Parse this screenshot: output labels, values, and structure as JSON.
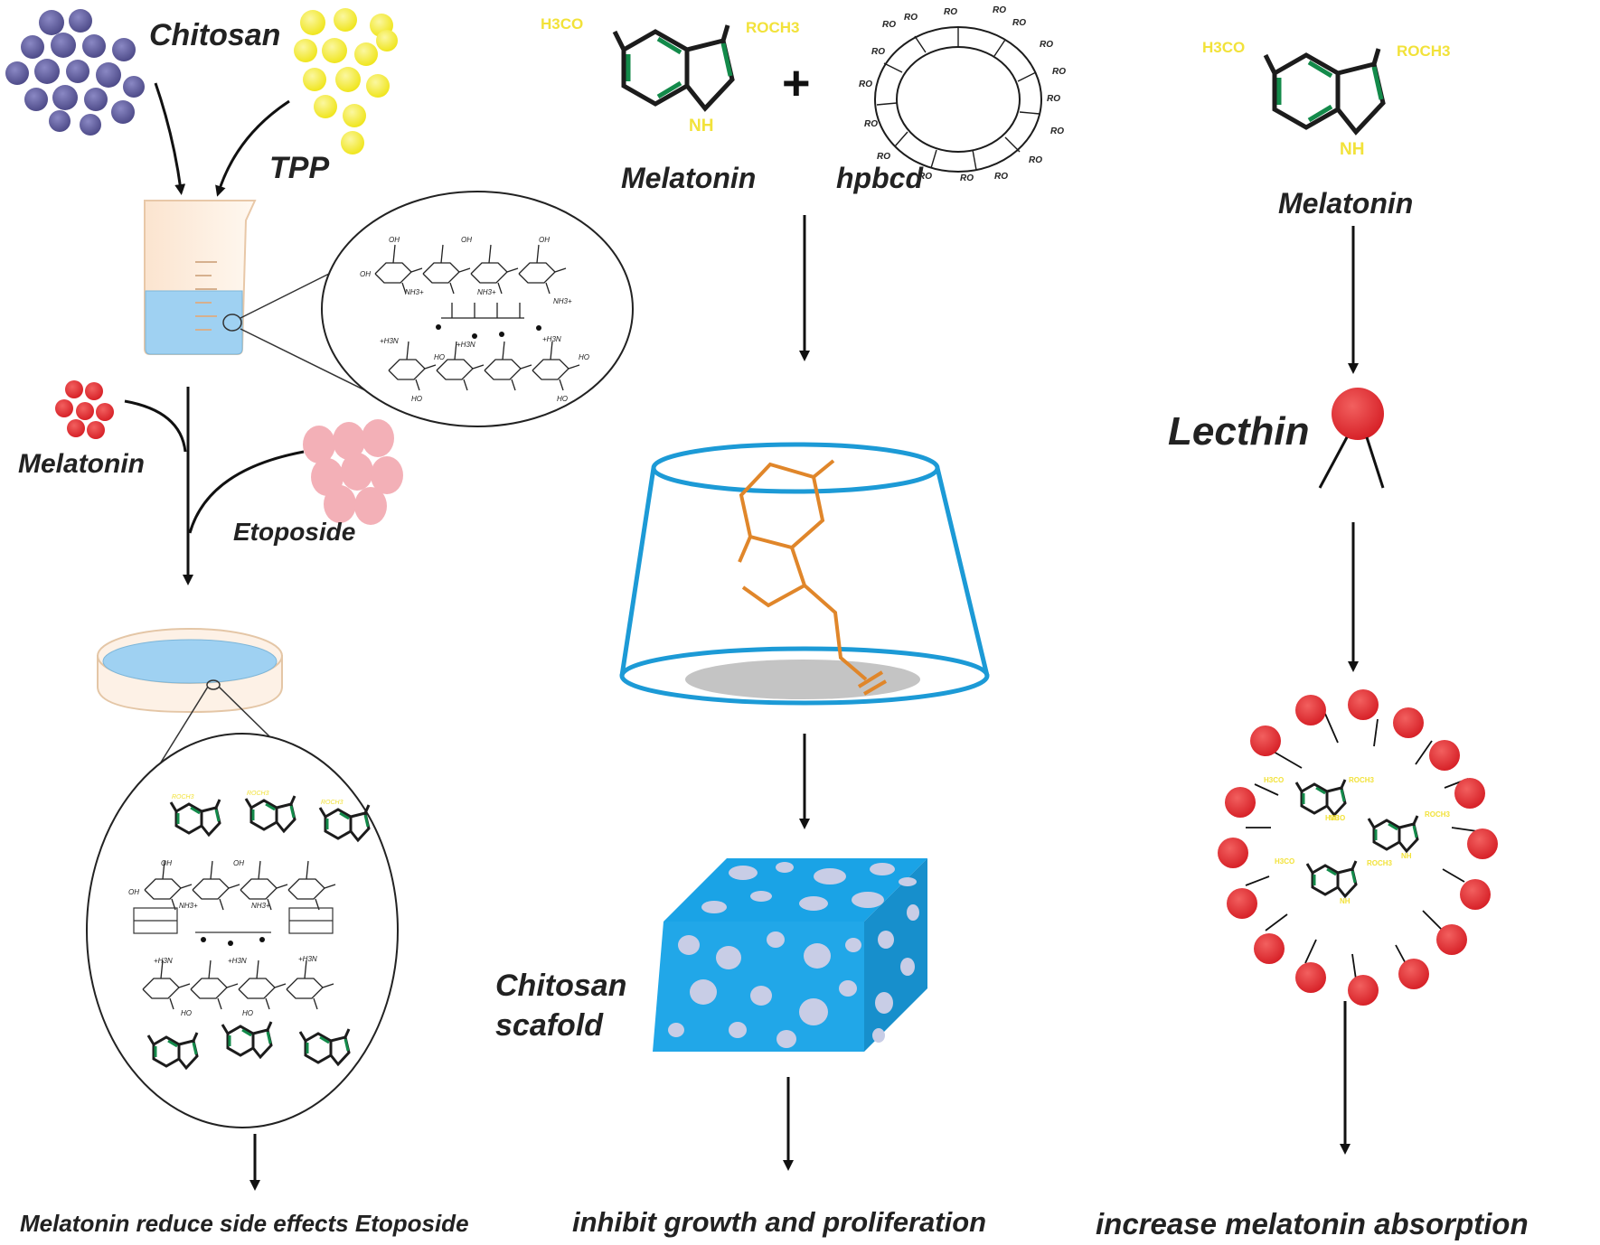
{
  "colors": {
    "chitosan": "#5f5c9c",
    "tpp": "#f5ed2a",
    "melatonin_particle": "#e3272c",
    "etoposide": "#f3b0b7",
    "liquid": "#9fd1f2",
    "cyclodextrin": "#1c9ad6",
    "guest_molecule": "#e0862a",
    "scaffold": "#21a7e8",
    "scaffold_pore": "#c8cde6",
    "lecithin_head": "#e3222b",
    "ring_bond_accent": "#138a4a",
    "formula_text": "#f2e23a"
  },
  "left": {
    "chitosan": "Chitosan",
    "tpp": "TPP",
    "melatonin": "Melatonin",
    "etoposide": "Etoposide",
    "outcome": "Melatonin reduce side effects Etoposide"
  },
  "middle": {
    "melatonin": "Melatonin",
    "plus": "+",
    "hpbcd": "hpbcd",
    "scaffold_line1": "Chitosan",
    "scaffold_line2": "scafold",
    "outcome": "inhibit growth and proliferation",
    "ro_label": "RO"
  },
  "right": {
    "melatonin": "Melatonin",
    "lecithin": "Lecthin",
    "outcome": "increase melatonin absorption"
  },
  "molecule": {
    "methoxy": "H3CO",
    "side_chain": "ROCH3",
    "amine": "NH"
  },
  "chitosan_units": {
    "oh": "OH",
    "nh3": "NH3+",
    "ho": "HO",
    "h3n": "+H3N"
  }
}
